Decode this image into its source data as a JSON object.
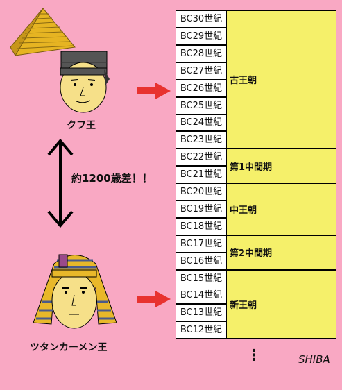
{
  "people": {
    "khufu": "クフ王",
    "tutankhamun": "ツタンカーメン王"
  },
  "age_gap": "約1200歳差！！",
  "centuries": [
    "BC30世紀",
    "BC29世紀",
    "BC28世紀",
    "BC27世紀",
    "BC26世紀",
    "BC25世紀",
    "BC24世紀",
    "BC23世紀",
    "BC22世紀",
    "BC21世紀",
    "BC20世紀",
    "BC19世紀",
    "BC18世紀",
    "BC17世紀",
    "BC16世紀",
    "BC15世紀",
    "BC14世紀",
    "BC13世紀",
    "BC12世紀"
  ],
  "periods": [
    {
      "label": "古王朝",
      "from": 0,
      "to": 7
    },
    {
      "label": "第1中間期",
      "from": 8,
      "to": 9
    },
    {
      "label": "中王朝",
      "from": 10,
      "to": 12
    },
    {
      "label": "第2中間期",
      "from": 13,
      "to": 14
    },
    {
      "label": "新王朝",
      "from": 15,
      "to": 18
    }
  ],
  "continuation": "⋮",
  "signature": "SHIBA",
  "colors": {
    "background": "#F9A8C3",
    "period_fill": "#F5F06A",
    "arrow_red": "#E8322F"
  }
}
